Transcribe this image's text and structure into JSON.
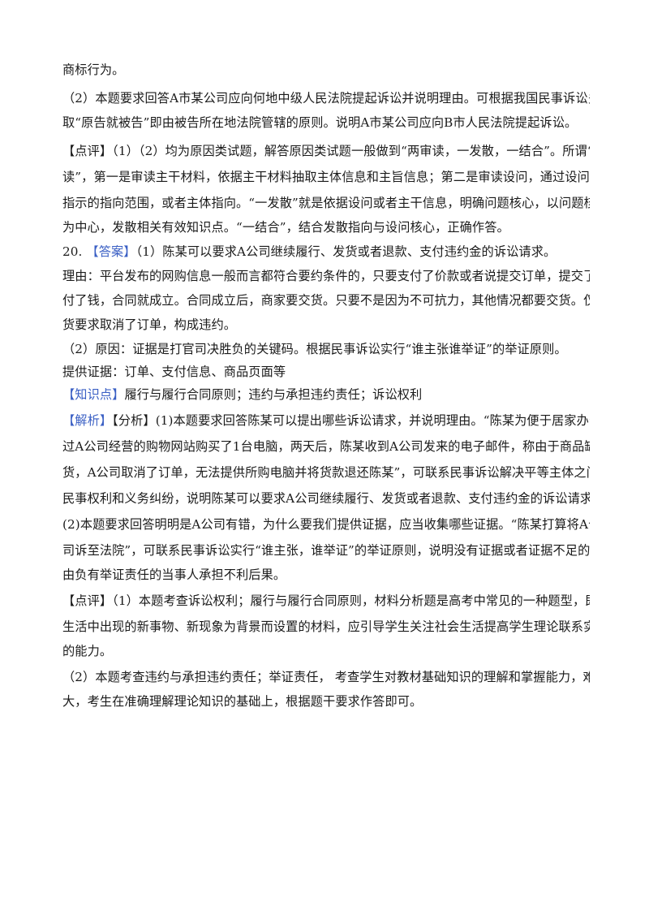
{
  "lines": [
    "商标行为。",
    "（2）本题要求回答A市某公司应向何地中级人民法院提起诉讼并说明理由。可根据我国民事诉讼多采",
    "取“原告就被告”即由被告所在地法院管辖的原则。说明A市某公司应向B市人民法院提起诉讼。",
    "【点评】（1）（2）均为原因类试题，解答原因类试题一般做到“两审读，一发散，一结合”。所谓“两审",
    "读”，第一是审读主干材料，依据主干材料抽取主体信息和主旨信息；第二是审读设问，通过设问明确",
    "指示的指向范围，或者主体指向。“一发散”就是依据设问或者主干信息，明确问题核心，以问题核心",
    "为中心，发散相关有效知识点。“一结合”，结合发散指向与设问核心，正确作答。"
  ],
  "q20": {
    "number": "20.",
    "answer_tag": "【答案】",
    "answer_text": "（1）陈某可以要求A公司继续履行、发货或者退款、支付违约金的诉讼请求。",
    "reason_lines": [
      "理由：平台发布的网购信息一般而言都符合要约条件的，只要支付了价款或者说提交订单，提交了订单",
      "付了钱，合同就成立。合同成立后，商家要交货。只要不是因为不可抗力，其他情况都要交货。仅仅以无",
      "货要求取消了订单，构成违约。"
    ],
    "part2_lines": [
      "（2）原因：证据是打官司决胜负的关键码。根据民事诉讼实行“谁主张谁举证”的举证原则。",
      "提供证据：订单、支付信息、商品页面等"
    ],
    "knowledge_tag": "【知识点】",
    "knowledge_text": "履行与履行合同原则；违约与承担违约责任；诉讼权利",
    "analysis_tag": "【解析】",
    "analysis_first": "【分析】(1)本题要求回答陈某可以提出哪些诉讼请求，并说明理由。“陈某为便于居家办公，通",
    "analysis_lines": [
      "过A公司经营的购物网站购买了1台电脑，两天后，陈某收到A公司发来的电子邮件，称由于商品缺",
      "货，A公司取消了订单，无法提供所购电脑并将货款退还陈某”，可联系民事诉讼解决平等主体之间的",
      "民事权利和义务纠纷，说明陈某可以要求A公司继续履行、发货或者退款、支付违约金的诉讼请求。",
      "(2)本题要求回答明明是A公司有错，为什么要我们提供证据，应当收集哪些证据。“陈某打算将A公",
      "司诉至法院”，可联系民事诉讼实行“谁主张，谁举证”的举证原则，说明没有证据或者证据不足的，",
      "由负有举证责任的当事人承担不利后果。"
    ],
    "comment_lines": [
      "【点评】（1）本题考查诉讼权利；履行与履行合同原则，材料分析题是高考中常见的一种题型，即以社会",
      "生活中出现的新事物、新现象为背景而设置的材料，应引导学生关注社会生活提高学生理论联系实际",
      "的能力。",
      "（2）本题考查违约与承担违约责任；举证责任，  考查学生对教材基础知识的理解和掌握能力，难度不",
      "大，考生在准确理解理论知识的基础上，根据题干要求作答即可。"
    ]
  }
}
